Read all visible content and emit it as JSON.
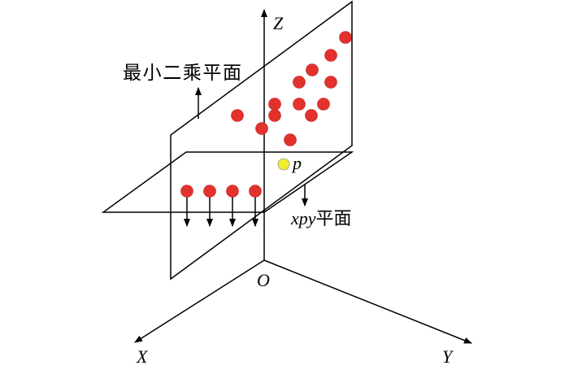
{
  "labels": {
    "z_axis": "Z",
    "x_axis": "X",
    "y_axis": "Y",
    "origin": "O",
    "point_p": "p",
    "least_squares_plane": "最小二乘平面",
    "xpy_plane_var": "xpy",
    "xpy_plane_suffix": "平面"
  },
  "colors": {
    "data_point": "#e3312d",
    "point_p": "#f2ec2a",
    "lines": "#000000"
  }
}
